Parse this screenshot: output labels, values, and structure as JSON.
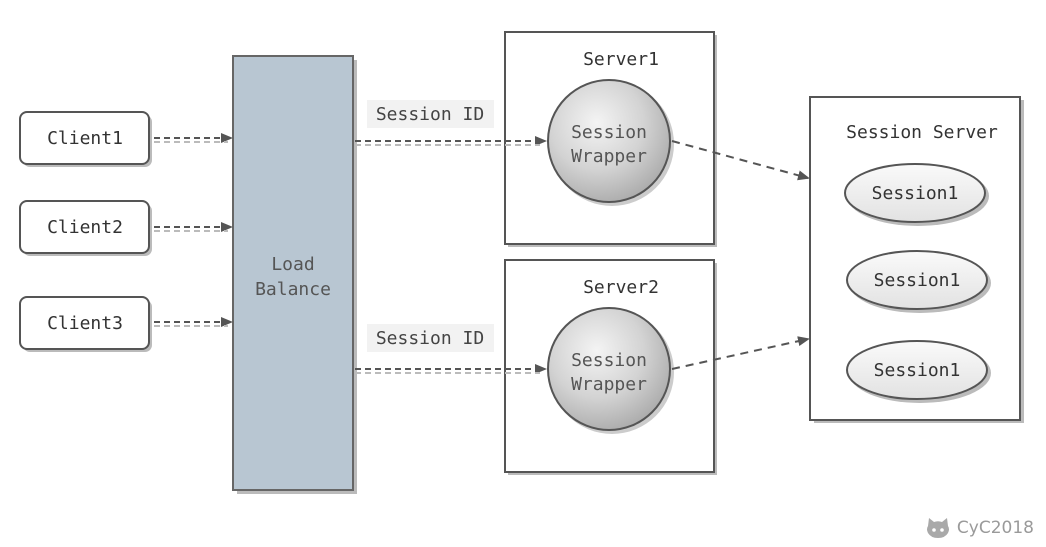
{
  "clients": [
    {
      "label": "Client1"
    },
    {
      "label": "Client2"
    },
    {
      "label": "Client3"
    }
  ],
  "load_balancer": {
    "line1": "Load",
    "line2": "Balance"
  },
  "servers": [
    {
      "title": "Server1",
      "edge_label": "Session ID",
      "wrapper_line1": "Session",
      "wrapper_line2": "Wrapper"
    },
    {
      "title": "Server2",
      "edge_label": "Session ID",
      "wrapper_line1": "Session",
      "wrapper_line2": "Wrapper"
    }
  ],
  "session_server": {
    "title": "Session Server",
    "sessions": [
      {
        "label": "Session1"
      },
      {
        "label": "Session1"
      },
      {
        "label": "Session1"
      }
    ]
  },
  "watermark": {
    "text": "CyC2018",
    "icon": "github-octocat-icon"
  },
  "colors": {
    "load_balancer_fill": "#b8c6d2",
    "arrow": "#555555",
    "shadow": "#bbbbbb"
  }
}
